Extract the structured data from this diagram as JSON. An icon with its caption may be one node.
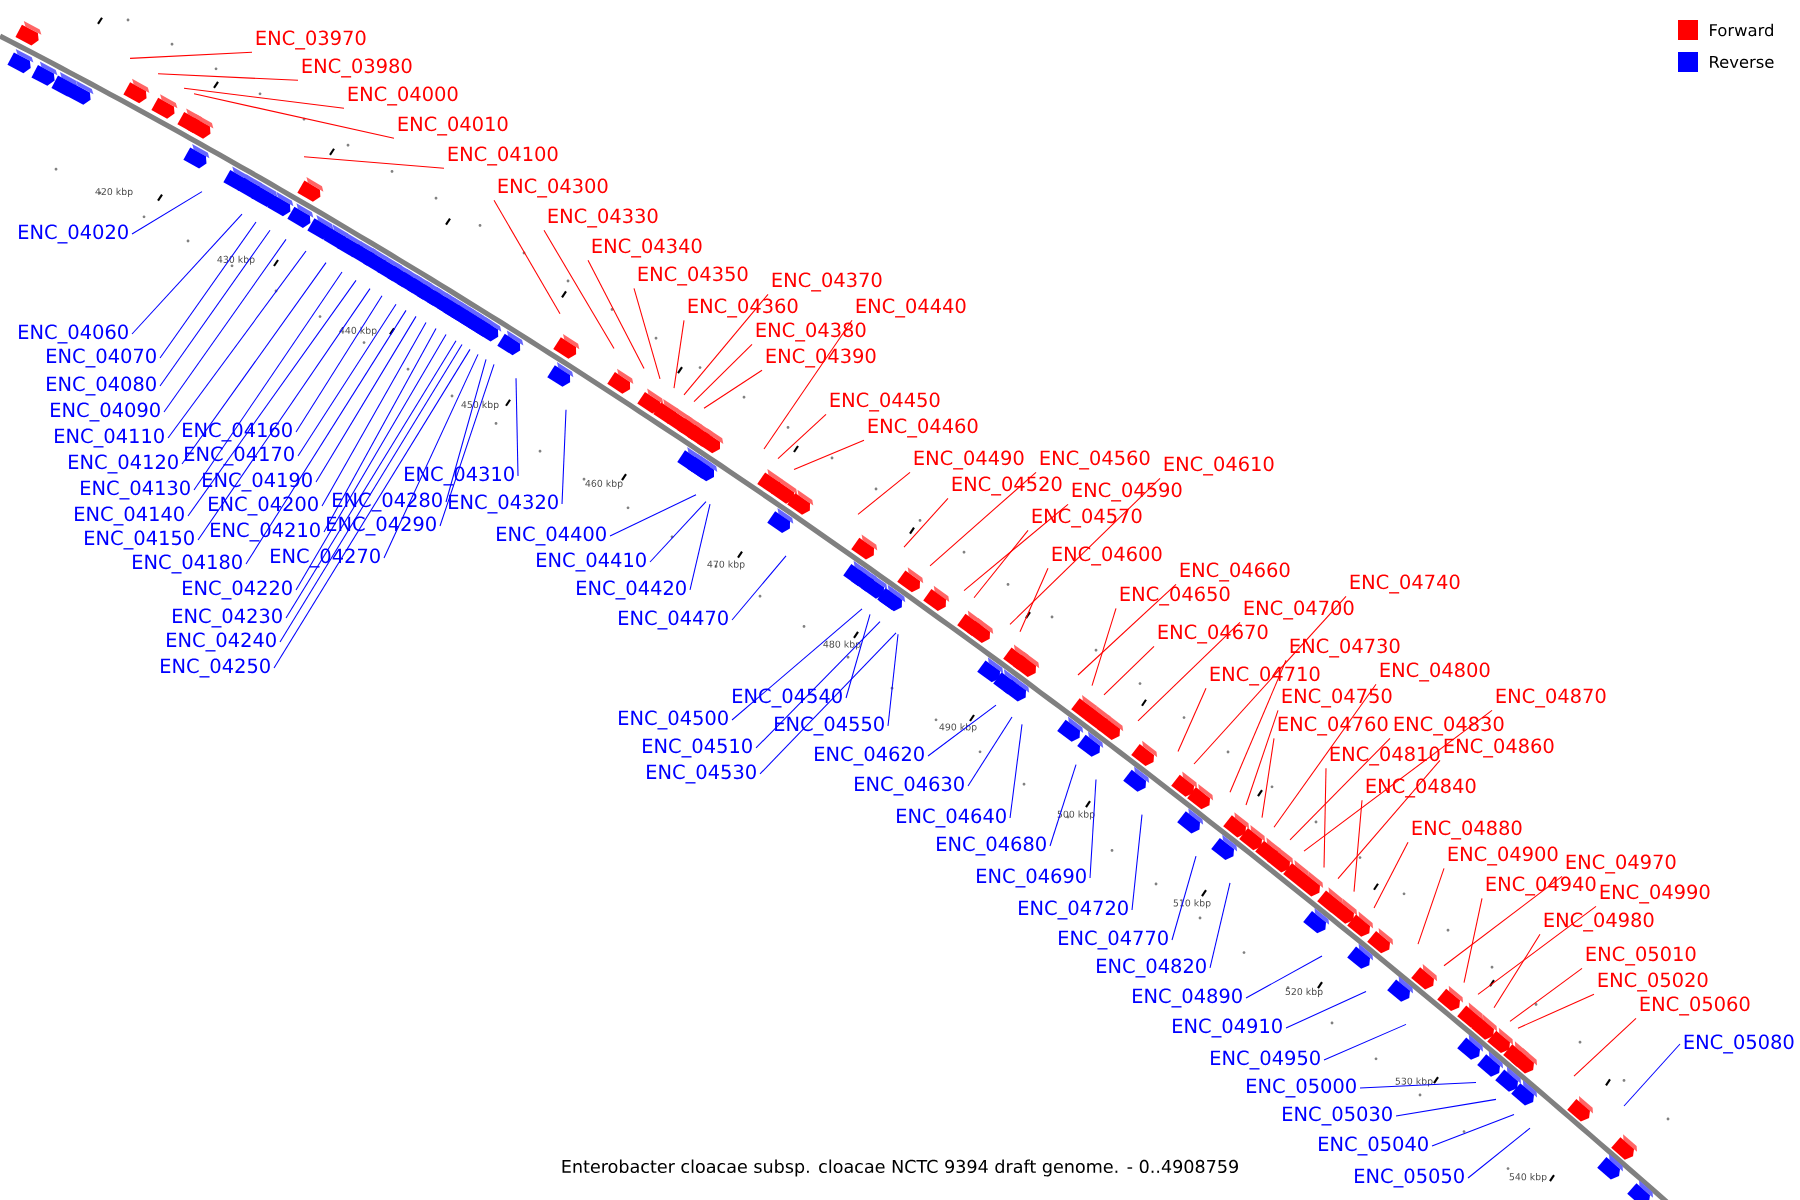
{
  "diagram": {
    "caption": "Enterobacter cloacae subsp. cloacae NCTC 9394 draft genome. - 0..4908759",
    "nodes": [
      {
        "text": [
          "ENC_03970"
        ]
      },
      {
        "text": [
          "ENC_03980"
        ]
      },
      {
        "text": [
          "ENC_04000"
        ]
      },
      {
        "text": [
          "ENC_04010"
        ]
      },
      {
        "text": [
          "ENC_04100"
        ]
      },
      {
        "text": [
          "ENC_04300"
        ]
      },
      {
        "text": [
          "ENC_04330"
        ]
      },
      {
        "text": [
          "ENC_04340"
        ]
      },
      {
        "text": [
          "ENC_04350"
        ]
      },
      {
        "text": [
          "ENC_04360"
        ]
      },
      {
        "text": [
          "ENC_04370"
        ]
      },
      {
        "text": [
          "ENC_04380"
        ]
      },
      {
        "text": [
          "ENC_04390"
        ]
      },
      {
        "text": [
          "ENC_04440"
        ]
      },
      {
        "text": [
          "ENC_04450"
        ]
      },
      {
        "text": [
          "ENC_04460"
        ]
      },
      {
        "text": [
          "ENC_04490"
        ]
      },
      {
        "text": [
          "ENC_04520"
        ]
      },
      {
        "text": [
          "ENC_04560"
        ]
      },
      {
        "text": [
          "ENC_04590"
        ]
      },
      {
        "text": [
          "ENC_04570"
        ]
      },
      {
        "text": [
          "ENC_04610"
        ]
      },
      {
        "text": [
          "ENC_04600"
        ]
      },
      {
        "text": [
          "ENC_04660"
        ]
      },
      {
        "text": [
          "ENC_04650"
        ]
      },
      {
        "text": [
          "ENC_04670"
        ]
      },
      {
        "text": [
          "ENC_04700"
        ]
      },
      {
        "text": [
          "ENC_04740"
        ]
      },
      {
        "text": [
          "ENC_04710"
        ]
      },
      {
        "text": [
          "ENC_04730"
        ]
      },
      {
        "text": [
          "ENC_04750"
        ]
      },
      {
        "text": [
          "ENC_04760"
        ]
      },
      {
        "text": [
          "ENC_04800"
        ]
      },
      {
        "text": [
          "ENC_04830"
        ]
      },
      {
        "text": [
          "ENC_04870"
        ]
      },
      {
        "text": [
          "ENC_04810"
        ]
      },
      {
        "text": [
          "ENC_04860"
        ]
      },
      {
        "text": [
          "ENC_04840"
        ]
      },
      {
        "text": [
          "ENC_04880"
        ]
      },
      {
        "text": [
          "ENC_04900"
        ]
      },
      {
        "text": [
          "ENC_04970"
        ]
      },
      {
        "text": [
          "ENC_04940"
        ]
      },
      {
        "text": [
          "ENC_04990"
        ]
      },
      {
        "text": [
          "ENC_04980"
        ]
      },
      {
        "text": [
          "ENC_05010"
        ]
      },
      {
        "text": [
          "ENC_05020"
        ]
      },
      {
        "text": [
          "ENC_05060"
        ]
      },
      {
        "text": [
          "ENC_04020"
        ]
      },
      {
        "text": [
          "ENC_04060"
        ]
      },
      {
        "text": [
          "ENC_04070"
        ]
      },
      {
        "text": [
          "ENC_04080"
        ]
      },
      {
        "text": [
          "ENC_04090"
        ]
      },
      {
        "text": [
          "ENC_04110"
        ]
      },
      {
        "text": [
          "ENC_04120"
        ]
      },
      {
        "text": [
          "ENC_04130"
        ]
      },
      {
        "text": [
          "ENC_04140"
        ]
      },
      {
        "text": [
          "ENC_04150"
        ]
      },
      {
        "text": [
          "ENC_04160"
        ]
      },
      {
        "text": [
          "ENC_04170"
        ]
      },
      {
        "text": [
          "ENC_04180"
        ]
      },
      {
        "text": [
          "ENC_04190"
        ]
      },
      {
        "text": [
          "ENC_04200"
        ]
      },
      {
        "text": [
          "ENC_04210"
        ]
      },
      {
        "text": [
          "ENC_04220"
        ]
      },
      {
        "text": [
          "ENC_04230"
        ]
      },
      {
        "text": [
          "ENC_04240"
        ]
      },
      {
        "text": [
          "ENC_04250"
        ]
      },
      {
        "text": [
          "ENC_04270"
        ]
      },
      {
        "text": [
          "ENC_04280"
        ]
      },
      {
        "text": [
          "ENC_04290"
        ]
      },
      {
        "text": [
          "ENC_04310"
        ]
      },
      {
        "text": [
          "ENC_04320"
        ]
      },
      {
        "text": [
          "ENC_04400"
        ]
      },
      {
        "text": [
          "ENC_04410"
        ]
      },
      {
        "text": [
          "ENC_04420"
        ]
      },
      {
        "text": [
          "ENC_04470"
        ]
      },
      {
        "text": [
          "ENC_04500"
        ]
      },
      {
        "text": [
          "ENC_04510"
        ]
      },
      {
        "text": [
          "ENC_04530"
        ]
      },
      {
        "text": [
          "ENC_04540"
        ]
      },
      {
        "text": [
          "ENC_04550"
        ]
      },
      {
        "text": [
          "ENC_04620"
        ]
      },
      {
        "text": [
          "ENC_04630"
        ]
      },
      {
        "text": [
          "ENC_04640"
        ]
      },
      {
        "text": [
          "ENC_04680"
        ]
      },
      {
        "text": [
          "ENC_04690"
        ]
      },
      {
        "text": [
          "ENC_04720"
        ]
      },
      {
        "text": [
          "ENC_04770"
        ]
      },
      {
        "text": [
          "ENC_04820"
        ]
      },
      {
        "text": [
          "ENC_04890"
        ]
      },
      {
        "text": [
          "ENC_04910"
        ]
      },
      {
        "text": [
          "ENC_04950"
        ]
      },
      {
        "text": [
          "ENC_05000"
        ]
      },
      {
        "text": [
          "ENC_05030"
        ]
      },
      {
        "text": [
          "ENC_05040"
        ]
      },
      {
        "text": [
          "ENC_05050"
        ]
      },
      {
        "text": [
          "ENC_05080"
        ]
      }
    ],
    "edges": [
      {
        "from": 0,
        "to": null,
        "arrow": "none",
        "color": "#ff0000"
      },
      {
        "from": 1,
        "to": null,
        "arrow": "none",
        "color": "#ff0000"
      },
      {
        "from": 2,
        "to": null,
        "arrow": "none",
        "color": "#ff0000"
      },
      {
        "from": 3,
        "to": null,
        "arrow": "none",
        "color": "#ff0000"
      },
      {
        "from": 4,
        "to": null,
        "arrow": "none",
        "color": "#ff0000"
      },
      {
        "from": 5,
        "to": null,
        "arrow": "none",
        "color": "#ff0000"
      },
      {
        "from": 6,
        "to": null,
        "arrow": "none",
        "color": "#ff0000"
      },
      {
        "from": 7,
        "to": null,
        "arrow": "none",
        "color": "#ff0000"
      },
      {
        "from": 8,
        "to": null,
        "arrow": "none",
        "color": "#ff0000"
      },
      {
        "from": 9,
        "to": null,
        "arrow": "none",
        "color": "#ff0000"
      },
      {
        "from": 10,
        "to": null,
        "arrow": "none",
        "color": "#ff0000"
      },
      {
        "from": 11,
        "to": null,
        "arrow": "none",
        "color": "#ff0000"
      },
      {
        "from": 12,
        "to": null,
        "arrow": "none",
        "color": "#ff0000"
      },
      {
        "from": 13,
        "to": null,
        "arrow": "none",
        "color": "#ff0000"
      },
      {
        "from": 14,
        "to": null,
        "arrow": "none",
        "color": "#ff0000"
      },
      {
        "from": 15,
        "to": null,
        "arrow": "none",
        "color": "#ff0000"
      },
      {
        "from": 16,
        "to": null,
        "arrow": "none",
        "color": "#ff0000"
      },
      {
        "from": 17,
        "to": null,
        "arrow": "none",
        "color": "#ff0000"
      },
      {
        "from": 18,
        "to": null,
        "arrow": "none",
        "color": "#ff0000"
      },
      {
        "from": 19,
        "to": null,
        "arrow": "none",
        "color": "#ff0000"
      },
      {
        "from": 20,
        "to": null,
        "arrow": "none",
        "color": "#ff0000"
      },
      {
        "from": 21,
        "to": null,
        "arrow": "none",
        "color": "#ff0000"
      },
      {
        "from": 22,
        "to": null,
        "arrow": "none",
        "color": "#ff0000"
      },
      {
        "from": 23,
        "to": null,
        "arrow": "none",
        "color": "#ff0000"
      },
      {
        "from": 24,
        "to": null,
        "arrow": "none",
        "color": "#ff0000"
      },
      {
        "from": 25,
        "to": null,
        "arrow": "none",
        "color": "#ff0000"
      },
      {
        "from": 26,
        "to": null,
        "arrow": "none",
        "color": "#ff0000"
      },
      {
        "from": 27,
        "to": null,
        "arrow": "none",
        "color": "#ff0000"
      },
      {
        "from": 28,
        "to": null,
        "arrow": "none",
        "color": "#ff0000"
      },
      {
        "from": 29,
        "to": null,
        "arrow": "none",
        "color": "#ff0000"
      },
      {
        "from": 30,
        "to": null,
        "arrow": "none",
        "color": "#ff0000"
      },
      {
        "from": 31,
        "to": null,
        "arrow": "none",
        "color": "#ff0000"
      },
      {
        "from": 32,
        "to": null,
        "arrow": "none",
        "color": "#ff0000"
      },
      {
        "from": 33,
        "to": null,
        "arrow": "none",
        "color": "#ff0000"
      },
      {
        "from": 34,
        "to": null,
        "arrow": "none",
        "color": "#ff0000"
      },
      {
        "from": 35,
        "to": null,
        "arrow": "none",
        "color": "#ff0000"
      },
      {
        "from": 36,
        "to": null,
        "arrow": "none",
        "color": "#ff0000"
      },
      {
        "from": 37,
        "to": null,
        "arrow": "none",
        "color": "#ff0000"
      },
      {
        "from": 38,
        "to": null,
        "arrow": "none",
        "color": "#ff0000"
      },
      {
        "from": 39,
        "to": null,
        "arrow": "none",
        "color": "#ff0000"
      },
      {
        "from": 40,
        "to": null,
        "arrow": "none",
        "color": "#ff0000"
      },
      {
        "from": 41,
        "to": null,
        "arrow": "none",
        "color": "#ff0000"
      },
      {
        "from": 42,
        "to": null,
        "arrow": "none",
        "color": "#ff0000"
      },
      {
        "from": 43,
        "to": null,
        "arrow": "none",
        "color": "#ff0000"
      },
      {
        "from": 44,
        "to": null,
        "arrow": "none",
        "color": "#ff0000"
      },
      {
        "from": 45,
        "to": null,
        "arrow": "none",
        "color": "#ff0000"
      },
      {
        "from": 46,
        "to": null,
        "arrow": "none",
        "color": "#ff0000"
      },
      {
        "from": 47,
        "to": null,
        "arrow": "none",
        "color": "#0000ff"
      },
      {
        "from": 48,
        "to": null,
        "arrow": "none",
        "color": "#0000ff"
      },
      {
        "from": 49,
        "to": null,
        "arrow": "none",
        "color": "#0000ff"
      },
      {
        "from": 50,
        "to": null,
        "arrow": "none",
        "color": "#0000ff"
      },
      {
        "from": 51,
        "to": null,
        "arrow": "none",
        "color": "#0000ff"
      },
      {
        "from": 52,
        "to": null,
        "arrow": "none",
        "color": "#0000ff"
      },
      {
        "from": 53,
        "to": null,
        "arrow": "none",
        "color": "#0000ff"
      },
      {
        "from": 54,
        "to": null,
        "arrow": "none",
        "color": "#0000ff"
      },
      {
        "from": 55,
        "to": null,
        "arrow": "none",
        "color": "#0000ff"
      },
      {
        "from": 56,
        "to": null,
        "arrow": "none",
        "color": "#0000ff"
      },
      {
        "from": 57,
        "to": null,
        "arrow": "none",
        "color": "#0000ff"
      },
      {
        "from": 58,
        "to": null,
        "arrow": "none",
        "color": "#0000ff"
      },
      {
        "from": 59,
        "to": null,
        "arrow": "none",
        "color": "#0000ff"
      },
      {
        "from": 60,
        "to": null,
        "arrow": "none",
        "color": "#0000ff"
      },
      {
        "from": 61,
        "to": null,
        "arrow": "none",
        "color": "#0000ff"
      },
      {
        "from": 62,
        "to": null,
        "arrow": "none",
        "color": "#0000ff"
      },
      {
        "from": 63,
        "to": null,
        "arrow": "none",
        "color": "#0000ff"
      },
      {
        "from": 64,
        "to": null,
        "arrow": "none",
        "color": "#0000ff"
      },
      {
        "from": 65,
        "to": null,
        "arrow": "none",
        "color": "#0000ff"
      },
      {
        "from": 66,
        "to": null,
        "arrow": "none",
        "color": "#0000ff"
      },
      {
        "from": 67,
        "to": null,
        "arrow": "none",
        "color": "#0000ff"
      },
      {
        "from": 68,
        "to": null,
        "arrow": "none",
        "color": "#0000ff"
      },
      {
        "from": 69,
        "to": null,
        "arrow": "none",
        "color": "#0000ff"
      },
      {
        "from": 70,
        "to": null,
        "arrow": "none",
        "color": "#0000ff"
      },
      {
        "from": 71,
        "to": null,
        "arrow": "none",
        "color": "#0000ff"
      },
      {
        "from": 72,
        "to": null,
        "arrow": "none",
        "color": "#0000ff"
      },
      {
        "from": 73,
        "to": null,
        "arrow": "none",
        "color": "#0000ff"
      },
      {
        "from": 74,
        "to": null,
        "arrow": "none",
        "color": "#0000ff"
      },
      {
        "from": 75,
        "to": null,
        "arrow": "none",
        "color": "#0000ff"
      },
      {
        "from": 76,
        "to": null,
        "arrow": "none",
        "color": "#0000ff"
      },
      {
        "from": 77,
        "to": null,
        "arrow": "none",
        "color": "#0000ff"
      },
      {
        "from": 78,
        "to": null,
        "arrow": "none",
        "color": "#0000ff"
      },
      {
        "from": 79,
        "to": null,
        "arrow": "none",
        "color": "#0000ff"
      },
      {
        "from": 80,
        "to": null,
        "arrow": "none",
        "color": "#0000ff"
      },
      {
        "from": 81,
        "to": null,
        "arrow": "none",
        "color": "#0000ff"
      },
      {
        "from": 82,
        "to": null,
        "arrow": "none",
        "color": "#0000ff"
      },
      {
        "from": 83,
        "to": null,
        "arrow": "none",
        "color": "#0000ff"
      },
      {
        "from": 84,
        "to": null,
        "arrow": "none",
        "color": "#0000ff"
      },
      {
        "from": 85,
        "to": null,
        "arrow": "none",
        "color": "#0000ff"
      },
      {
        "from": 86,
        "to": null,
        "arrow": "none",
        "color": "#0000ff"
      },
      {
        "from": 87,
        "to": null,
        "arrow": "none",
        "color": "#0000ff"
      },
      {
        "from": 88,
        "to": null,
        "arrow": "none",
        "color": "#0000ff"
      },
      {
        "from": 89,
        "to": null,
        "arrow": "none",
        "color": "#0000ff"
      },
      {
        "from": 90,
        "to": null,
        "arrow": "none",
        "color": "#0000ff"
      },
      {
        "from": 91,
        "to": null,
        "arrow": "none",
        "color": "#0000ff"
      },
      {
        "from": 92,
        "to": null,
        "arrow": "none",
        "color": "#0000ff"
      },
      {
        "from": 93,
        "to": null,
        "arrow": "none",
        "color": "#0000ff"
      },
      {
        "from": 94,
        "to": null,
        "arrow": "none",
        "color": "#0000ff"
      },
      {
        "from": 95,
        "to": null,
        "arrow": "none",
        "color": "#0000ff"
      },
      {
        "from": 96,
        "to": null,
        "arrow": "none",
        "color": "#0000ff"
      }
    ],
    "labels": [
      "420 kbp",
      "430 kbp",
      "440 kbp",
      "450 kbp",
      "460 kbp",
      "470 kbp",
      "480 kbp",
      "490 kbp",
      "500 kbp",
      "510 kbp",
      "520 kbp",
      "530 kbp",
      "540 kbp"
    ],
    "legend": [
      {
        "text": "Forward",
        "color": "#ff0000"
      },
      {
        "text": "Reverse",
        "color": "#0000ff"
      }
    ]
  }
}
